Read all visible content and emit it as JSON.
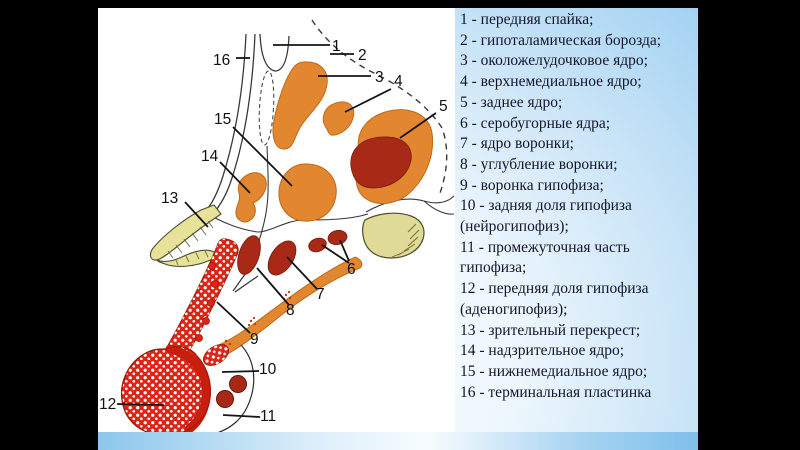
{
  "slide": {
    "type": "anatomy-slide",
    "colors": {
      "background_blue": "#a3d2f2",
      "panel_white": "#ffffff",
      "bottom_bar_blue": "#8cc6ed",
      "letterbox_black": "#000000"
    }
  },
  "diagram": {
    "subject": "hypothalamus-and-pituitary-sagittal-scheme",
    "colors": {
      "nucleus_orange": "#E2862F",
      "nucleus_dark_red": "#A82916",
      "pituitary_red": "#DC2517",
      "intermediate_red": "#C81E10",
      "optic_yellow": "#E6E29A",
      "outline": "#2a2a2a"
    },
    "labels": [
      {
        "num": "1"
      },
      {
        "num": "2"
      },
      {
        "num": "3"
      },
      {
        "num": "4"
      },
      {
        "num": "5"
      },
      {
        "num": "6"
      },
      {
        "num": "7"
      },
      {
        "num": "8"
      },
      {
        "num": "9"
      },
      {
        "num": "10"
      },
      {
        "num": "11"
      },
      {
        "num": "12"
      },
      {
        "num": "13"
      },
      {
        "num": "14"
      },
      {
        "num": "15"
      },
      {
        "num": "16"
      }
    ]
  },
  "legend": {
    "items": [
      {
        "text": "1 - передняя спайка;"
      },
      {
        "text": "2 - гипоталамическая борозда;"
      },
      {
        "text": "3 - околожелудочковое ядро;"
      },
      {
        "text": "4 - верхнемедиальное ядро;"
      },
      {
        "text": "5 - заднее ядро;"
      },
      {
        "text": "6 - серобугорные ядра;"
      },
      {
        "text": "7 - ядро воронки;"
      },
      {
        "text": "8 - углубление воронки;"
      },
      {
        "text": "9 - воронка гипофиза;"
      },
      {
        "text": "10 - задняя доля гипофиза (нейрогипофиз);"
      },
      {
        "text": "11 - промежуточная часть гипофиза;"
      },
      {
        "text": "12 - передняя доля гипофиза (аденогипофиз);"
      },
      {
        "text": "13 - зрительный перекрест;"
      },
      {
        "text": "14 - надзрительное ядро;"
      },
      {
        "text": "15 - нижнемедиальное ядро;"
      },
      {
        "text": "16 - терминальная пластинка"
      }
    ]
  }
}
